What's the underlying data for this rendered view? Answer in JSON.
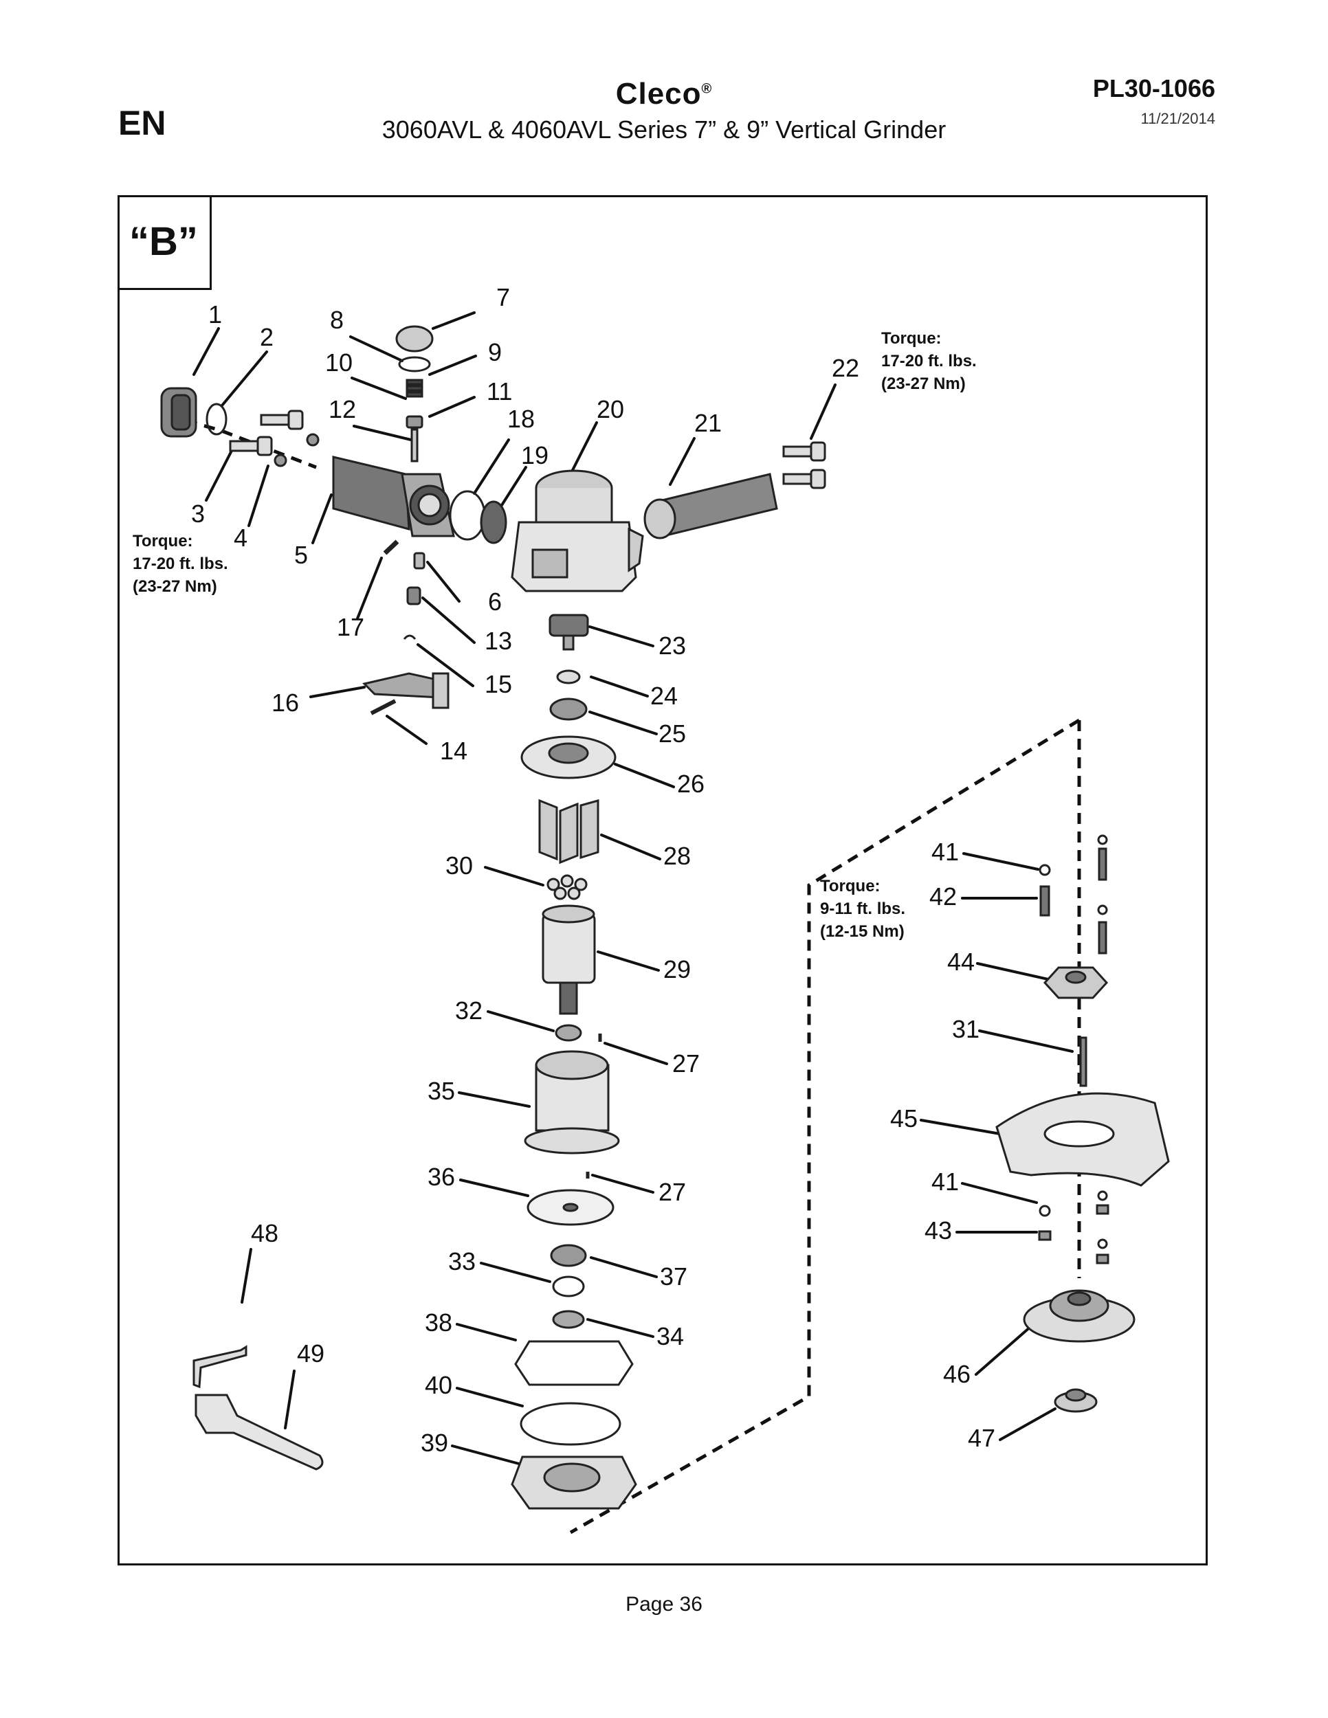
{
  "header": {
    "language": "EN",
    "brand": "Cleco",
    "brand_mark": "®",
    "subtitle": "3060AVL & 4060AVL Series 7” & 9” Vertical Grinder",
    "doc_number": "PL30-1066",
    "doc_date": "11/21/2014"
  },
  "section_label": "“B”",
  "torque_notes": [
    {
      "label": "Torque:",
      "value": "17-20 ft. lbs.",
      "metric": "(23-27 Nm)"
    },
    {
      "label": "Torque:",
      "value": "17-20 ft. lbs.",
      "metric": "(23-27 Nm)"
    },
    {
      "label": "Torque:",
      "value": "9-11 ft. lbs.",
      "metric": "(12-15 Nm)"
    }
  ],
  "part_numbers": [
    "1",
    "2",
    "3",
    "4",
    "5",
    "6",
    "7",
    "8",
    "9",
    "10",
    "11",
    "12",
    "13",
    "14",
    "15",
    "16",
    "17",
    "18",
    "19",
    "20",
    "21",
    "22",
    "23",
    "24",
    "25",
    "26",
    "27",
    "28",
    "29",
    "30",
    "31",
    "32",
    "33",
    "34",
    "35",
    "36",
    "37",
    "38",
    "39",
    "40",
    "41",
    "42",
    "43",
    "44",
    "45",
    "46",
    "47",
    "48",
    "49"
  ],
  "repeat_labels": {
    "label_27": "27",
    "label_41": "41"
  },
  "footer": {
    "page": "Page 36"
  }
}
